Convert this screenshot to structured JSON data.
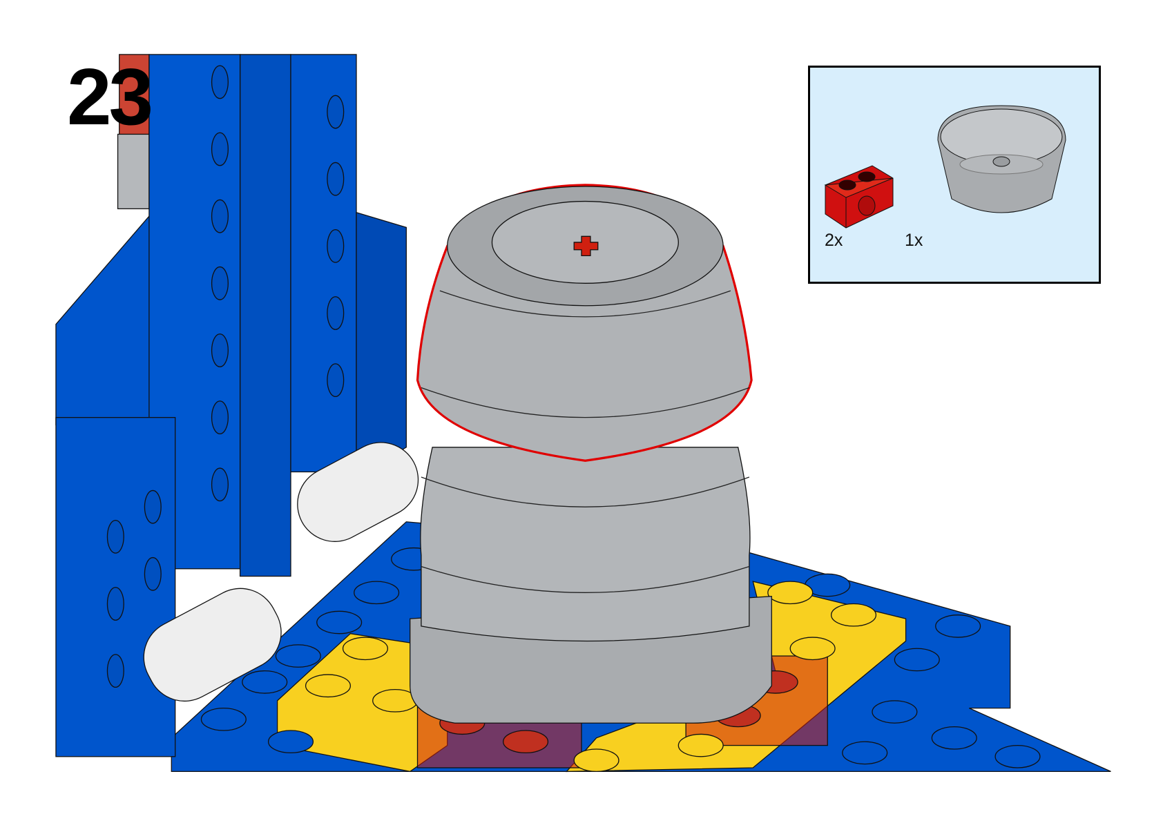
{
  "step": {
    "number": "23"
  },
  "parts_list": {
    "items": [
      {
        "quantity": "2x",
        "part": "technic-brick-1x2-red",
        "color": "#d01010"
      },
      {
        "quantity": "1x",
        "part": "barrel-half-gray",
        "color": "#a8abae"
      }
    ]
  },
  "colors": {
    "blue": "#0055cc",
    "yellow": "#f8d020",
    "gray": "#a9acaf",
    "highlight": "#e00000",
    "parts_background": "#d8eefc"
  }
}
